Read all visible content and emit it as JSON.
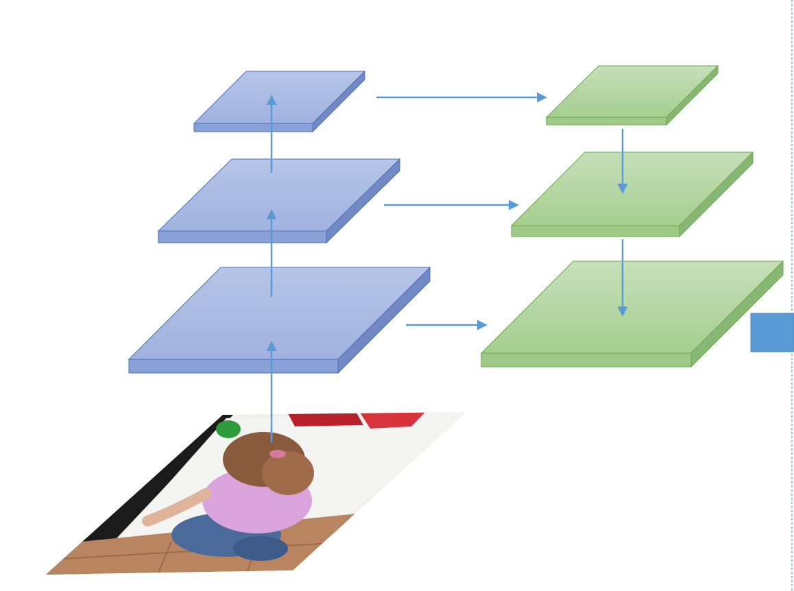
{
  "diagram": {
    "description_free": true,
    "bottom_up_layers": [
      "bu-level-1",
      "bu-level-2",
      "bu-level-3"
    ],
    "top_down_layers": [
      "td-level-1",
      "td-level-2",
      "td-level-3"
    ],
    "input_photo": "child-in-pink-shirt-at-appliance",
    "colors": {
      "bottom_up_top": "#b4c3e6",
      "bottom_up_bottom": "#a2b4e0",
      "bottom_up_edge": "#4a6cc0",
      "bottom_up_front": "#8aa1d8",
      "bottom_up_side": "#7389c4",
      "top_down_top": "#c5deb7",
      "top_down_bottom": "#a8cf92",
      "top_down_edge": "#6aaa4e",
      "top_down_front": "#9ec988",
      "top_down_side": "#88b773",
      "arrow": "#5b9bd5",
      "side_block": "#5b9bd5",
      "divider": "#5b9bd5"
    }
  }
}
